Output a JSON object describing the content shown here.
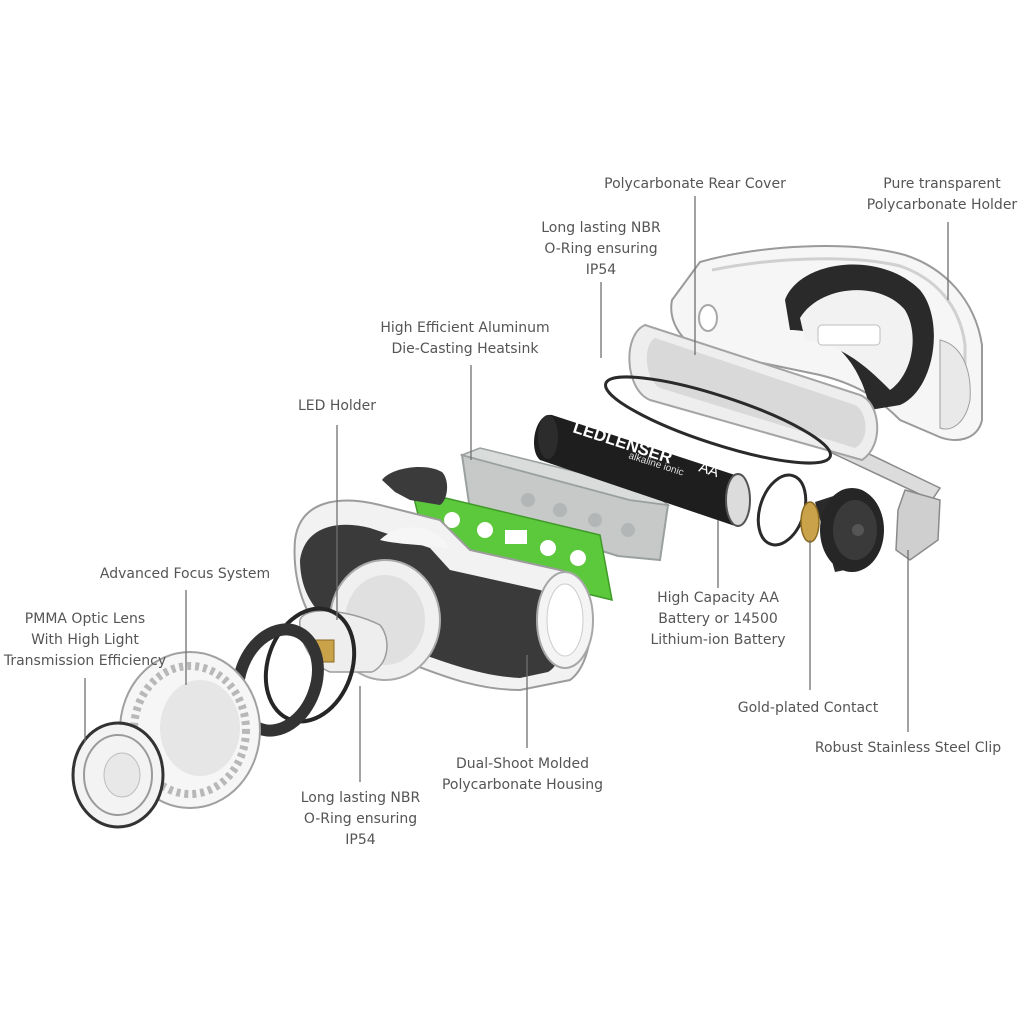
{
  "colors": {
    "background": "#ffffff",
    "label_text": "#555555",
    "leader_line": "#707070",
    "housing_dark": "#3a3a3a",
    "housing_white": "#f4f4f4",
    "pcb_green": "#5cc83c",
    "heatsink_gray": "#c4c6c6",
    "battery_black": "#1e1e1e",
    "gold_contact": "#c9a24a"
  },
  "battery": {
    "brand": "LEDLENSER",
    "size": "AA",
    "type": "alkaline ionic"
  },
  "labels": {
    "rear_cover": [
      "Polycarbonate Rear Cover"
    ],
    "holder": [
      "Pure transparent",
      "Polycarbonate Holder"
    ],
    "oring_top": [
      "Long lasting NBR",
      "O-Ring ensuring",
      "IP54"
    ],
    "heatsink": [
      "High Efficient Aluminum",
      "Die-Casting Heatsink"
    ],
    "led_holder": [
      "LED Holder"
    ],
    "focus_system": [
      "Advanced Focus System"
    ],
    "optic_lens": [
      "PMMA Optic Lens",
      "With High Light",
      "Transmission Efficiency"
    ],
    "battery_label": [
      "High Capacity AA",
      "Battery or 14500",
      "Lithium-ion  Battery"
    ],
    "gold_contact": [
      "Gold-plated Contact"
    ],
    "steel_clip": [
      "Robust Stainless Steel Clip"
    ],
    "housing": [
      "Dual-Shoot Molded",
      "Polycarbonate Housing"
    ],
    "oring_bottom": [
      "Long lasting NBR",
      "O-Ring ensuring",
      "IP54"
    ]
  }
}
